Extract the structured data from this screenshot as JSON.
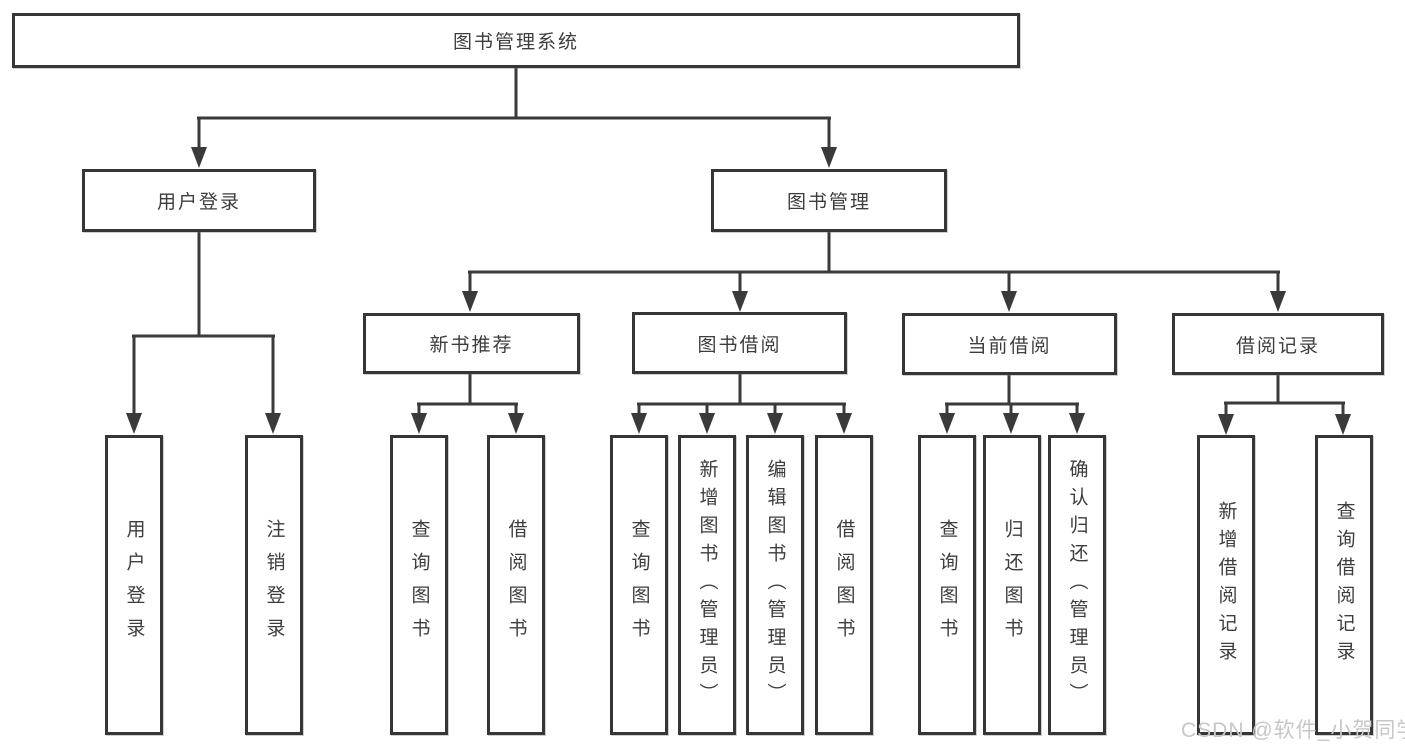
{
  "tree": {
    "root": {
      "label": "图书管理系统"
    },
    "branches": [
      {
        "label": "用户登录",
        "children": [
          {
            "label": "用户登录"
          },
          {
            "label": "注销登录"
          }
        ]
      },
      {
        "label": "图书管理",
        "children": [
          {
            "label": "新书推荐",
            "children": [
              {
                "label": "查询图书"
              },
              {
                "label": "借阅图书"
              }
            ]
          },
          {
            "label": "图书借阅",
            "children": [
              {
                "label": "查询图书"
              },
              {
                "label": "新增图书（管理员）"
              },
              {
                "label": "编辑图书（管理员）"
              },
              {
                "label": "借阅图书"
              }
            ]
          },
          {
            "label": "当前借阅",
            "children": [
              {
                "label": "查询图书"
              },
              {
                "label": "归还图书"
              },
              {
                "label": "确认归还（管理员）"
              }
            ]
          },
          {
            "label": "借阅记录",
            "children": [
              {
                "label": "新增借阅记录"
              },
              {
                "label": "查询借阅记录"
              }
            ]
          }
        ]
      }
    ]
  },
  "watermark": "CSDN @软件_小贺同学",
  "colors": {
    "line": "#3a3a3a",
    "box_border": "#363636",
    "text": "#3d3d3d",
    "watermark": "#c7c7c7",
    "background": "#ffffff"
  }
}
